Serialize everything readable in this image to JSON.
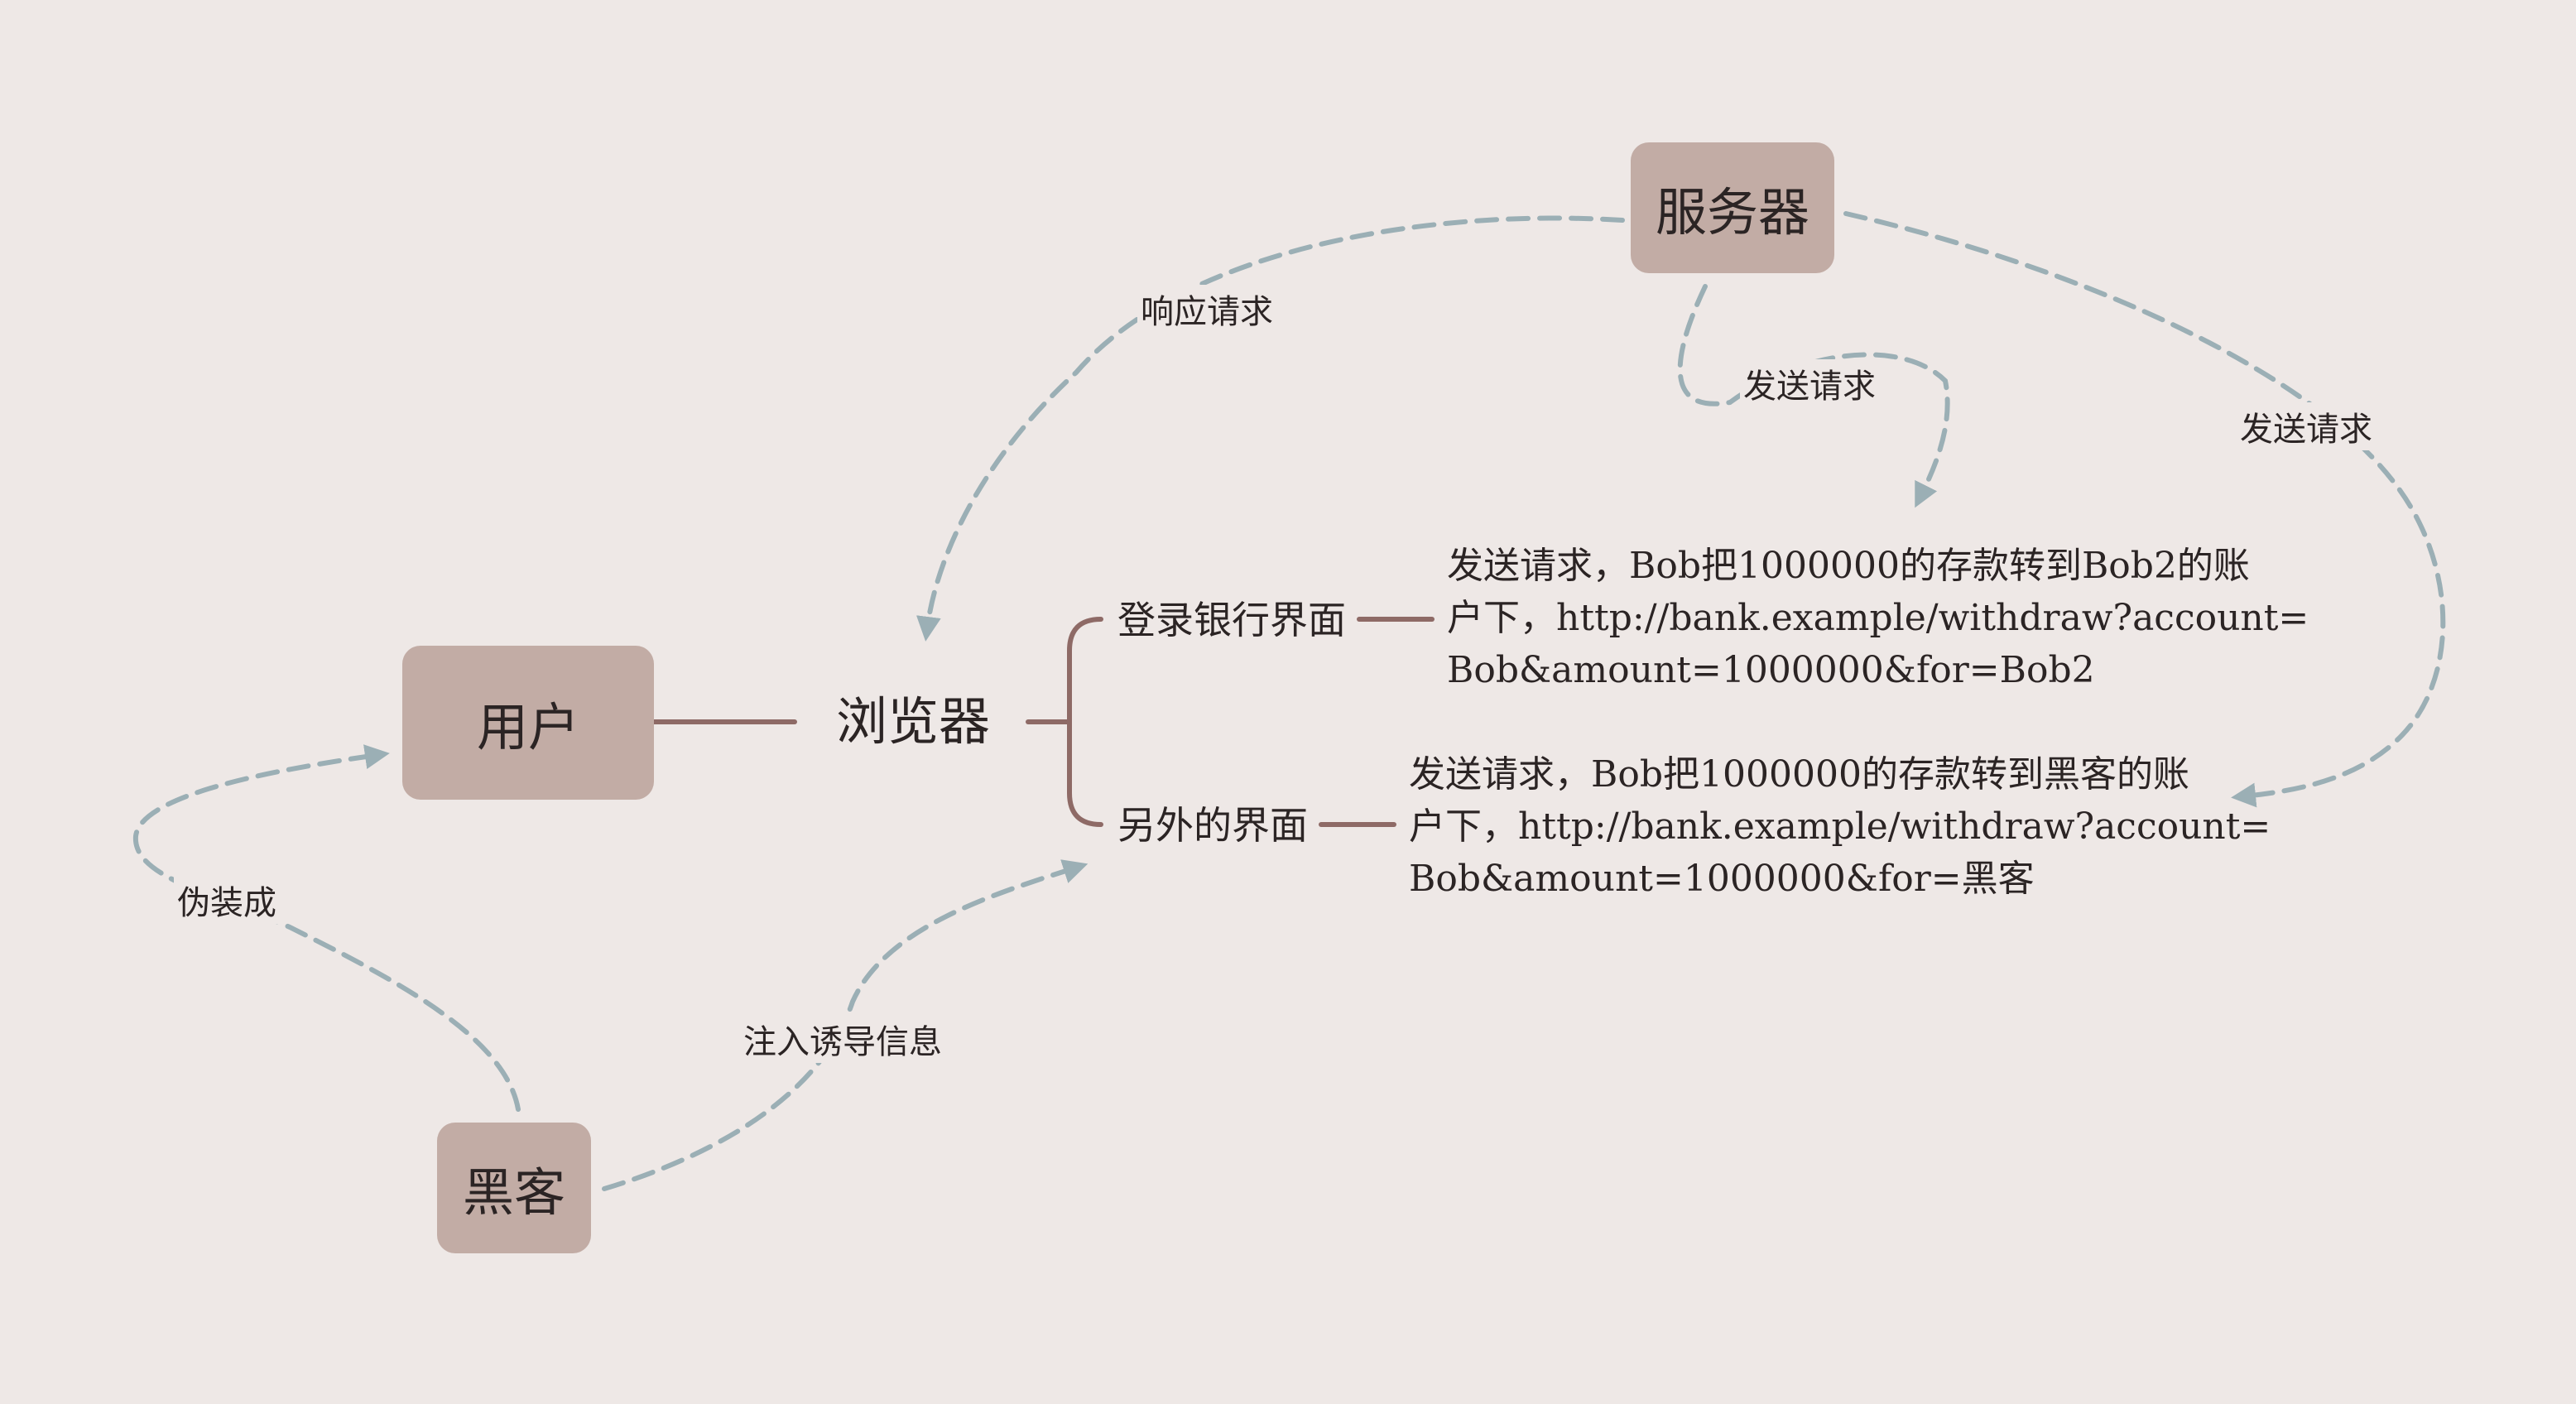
{
  "nodes": {
    "server": "服务器",
    "user": "用户",
    "hacker": "黑客",
    "browser": "浏览器",
    "login_page": "登录银行界面",
    "other_page": "另外的界面"
  },
  "edge_labels": {
    "respond_request": "响应请求",
    "send_request_inner": "发送请求",
    "send_request_outer": "发送请求",
    "disguise_as": "伪装成",
    "inject_lure": "注入诱导信息"
  },
  "details": {
    "login_request": [
      "发送请求，Bob把1000000的存款转到Bob2的账",
      "户下，http://bank.example/withdraw?account=",
      "Bob&amount=1000000&for=Bob2"
    ],
    "other_request": [
      "发送请求，Bob把1000000的存款转到黑客的账",
      "户下，http://bank.example/withdraw?account=",
      "Bob&amount=1000000&for=黑客"
    ]
  },
  "colors": {
    "background": "#EEE8E6",
    "node_fill": "#C2ACA5",
    "tree_line": "#8E6A66",
    "dashed_arrow": "#9BAFB5",
    "text": "#2B2424"
  }
}
